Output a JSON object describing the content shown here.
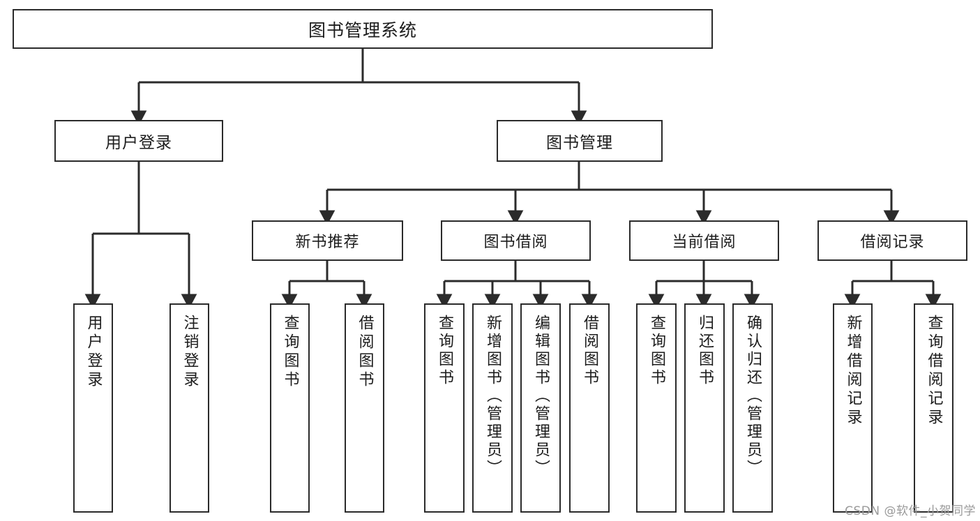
{
  "diagram": {
    "type": "tree-hierarchy-chart",
    "title": "图书管理系统",
    "stroke_color": "#2b2b2b",
    "background_color": "#ffffff",
    "root": {
      "label": "图书管理系统"
    },
    "level2": [
      {
        "label": "用户登录"
      },
      {
        "label": "图书管理"
      }
    ],
    "level3": [
      {
        "label": "新书推荐"
      },
      {
        "label": "图书借阅"
      },
      {
        "label": "当前借阅"
      },
      {
        "label": "借阅记录"
      }
    ],
    "leaves": {
      "user_login": [
        {
          "label": "用户登录"
        },
        {
          "label": "注销登录"
        }
      ],
      "new_book_recommend": [
        {
          "label": "查询图书"
        },
        {
          "label": "借阅图书"
        }
      ],
      "book_borrow": [
        {
          "label": "查询图书"
        },
        {
          "label": "新增图书（管理员）"
        },
        {
          "label": "编辑图书（管理员）"
        },
        {
          "label": "借阅图书"
        }
      ],
      "current_borrow": [
        {
          "label": "查询图书"
        },
        {
          "label": "归还图书"
        },
        {
          "label": "确认归还（管理员）"
        }
      ],
      "borrow_record": [
        {
          "label": "新增借阅记录"
        },
        {
          "label": "查询借阅记录"
        }
      ]
    }
  },
  "watermark": {
    "text": "CSDN @软件_小贺同学"
  }
}
